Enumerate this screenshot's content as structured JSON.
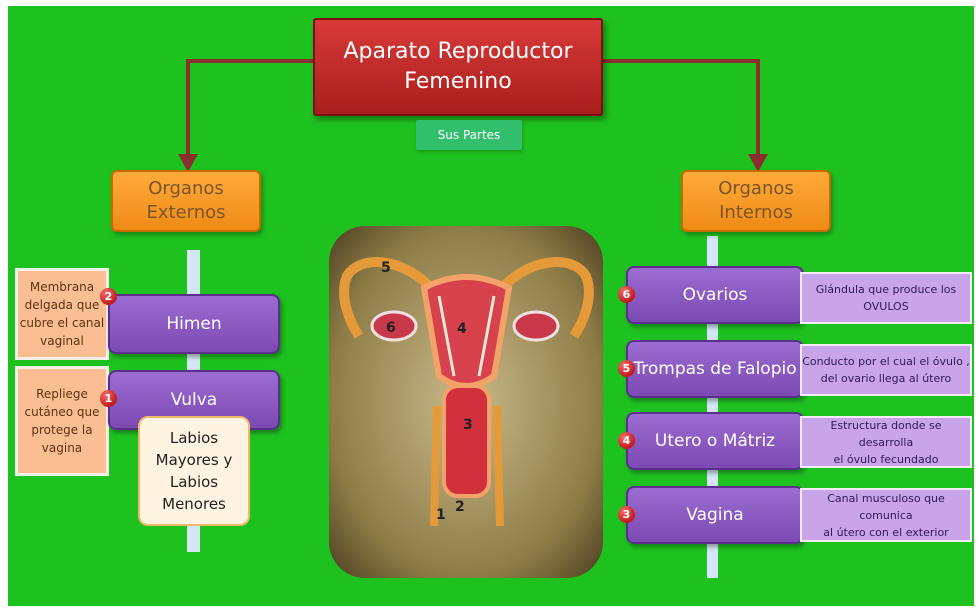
{
  "title": {
    "line1": "Aparato Reproductor",
    "line2": "Femenino"
  },
  "subtitle": "Sus Partes",
  "external": {
    "line1": "Organos",
    "line2": "Externos",
    "himen": {
      "label": "Himen",
      "number": "2",
      "desc": [
        "Membrana",
        "delgada que",
        "cubre el canal",
        "vaginal"
      ]
    },
    "vulva": {
      "label": "Vulva",
      "number": "1",
      "desc": [
        "Repliege",
        "cutáneo que",
        "protege la",
        "vagina"
      ]
    },
    "labios": [
      "Labios",
      "Mayores y",
      "Labios",
      "Menores"
    ]
  },
  "internal": {
    "line1": "Organos",
    "line2": "Internos",
    "items": [
      {
        "number": "6",
        "label": "Ovarios",
        "desc": [
          "Glándula que produce los",
          "OVULOS"
        ]
      },
      {
        "number": "5",
        "label": "Trompas de Falopio",
        "desc": [
          "Conducto por el cual  el óvulo ,",
          "del ovario llega  al útero"
        ]
      },
      {
        "number": "4",
        "label": "Utero o Mátriz",
        "desc": [
          "Estructura donde se desarrolla",
          "el óvulo fecundado"
        ]
      },
      {
        "number": "3",
        "label": "Vagina",
        "desc": [
          "Canal musculoso que comunica",
          "al útero con el exterior"
        ]
      }
    ]
  },
  "illustration": {
    "labels": [
      "5",
      "6",
      "4",
      "3",
      "2",
      "1"
    ]
  },
  "colors": {
    "background": "#1ec21f",
    "title": "#c12b2a",
    "category": "#f79b25",
    "part": "#8a5bc2",
    "external_desc": "#fbbd92",
    "internal_desc": "#c9a4e9"
  }
}
